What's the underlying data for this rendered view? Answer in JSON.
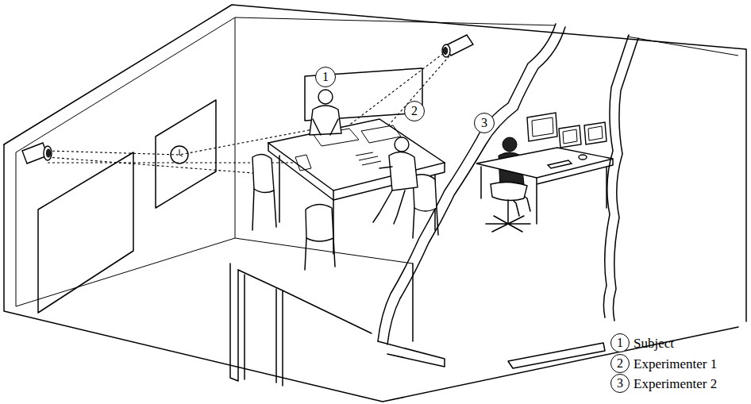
{
  "diagram": {
    "nodes": [
      {
        "text": [
          "1"
        ]
      },
      {
        "text": [
          "2"
        ]
      },
      {
        "text": [
          "3"
        ]
      },
      {
        "text": [
          "1"
        ]
      },
      {
        "text": [
          "2"
        ]
      },
      {
        "text": [
          "3"
        ]
      }
    ],
    "legend": [
      {
        "text": "Subject"
      },
      {
        "text": "Experimenter 1"
      },
      {
        "text": "Experimenter 2"
      }
    ]
  }
}
